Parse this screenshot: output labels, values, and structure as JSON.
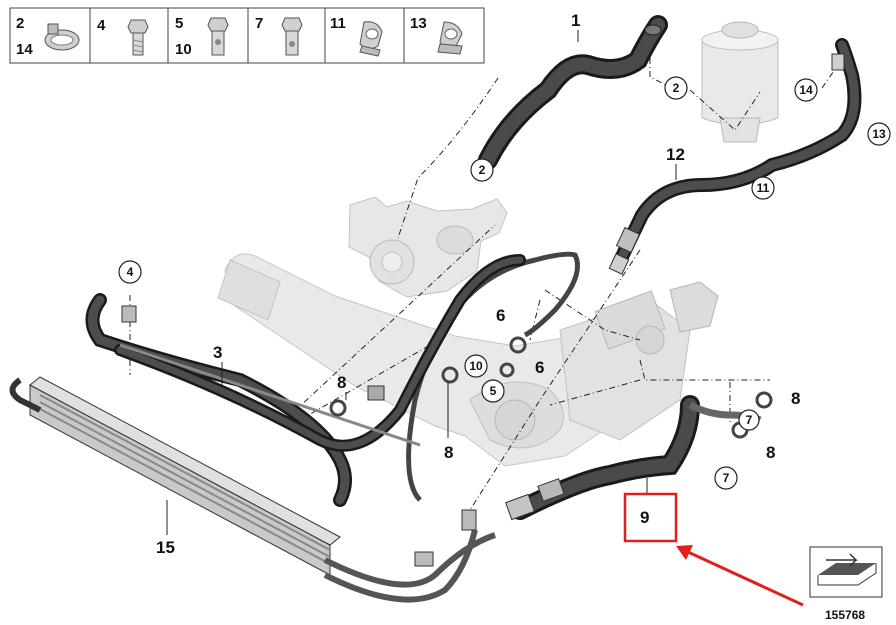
{
  "legend": {
    "cells": [
      {
        "labels": [
          "2",
          "14"
        ],
        "icon": "hose-clamp-icon"
      },
      {
        "labels": [
          "4"
        ],
        "icon": "hex-bolt-icon"
      },
      {
        "labels": [
          "5",
          "10"
        ],
        "icon": "banjo-bolt-icon"
      },
      {
        "labels": [
          "7"
        ],
        "icon": "hollow-bolt-icon"
      },
      {
        "labels": [
          "11"
        ],
        "icon": "hose-bracket-icon"
      },
      {
        "labels": [
          "13"
        ],
        "icon": "hose-holder-icon"
      }
    ]
  },
  "callouts": {
    "plain": [
      "1",
      "12",
      "3",
      "6",
      "6",
      "8",
      "8",
      "8",
      "8",
      "15",
      "9"
    ],
    "circled": [
      "2",
      "2",
      "14",
      "13",
      "11",
      "4",
      "10",
      "5",
      "7",
      "7"
    ]
  },
  "highlight": {
    "part": "9",
    "color": "#e0201f"
  },
  "arrow": {
    "color": "#e0201f"
  },
  "diagram_id": "155768",
  "colors": {
    "hose": "#3a3a3a",
    "hose_edge": "#1a1a1a",
    "component": "#d9d9d9",
    "cooler": "#b5b5b5"
  }
}
